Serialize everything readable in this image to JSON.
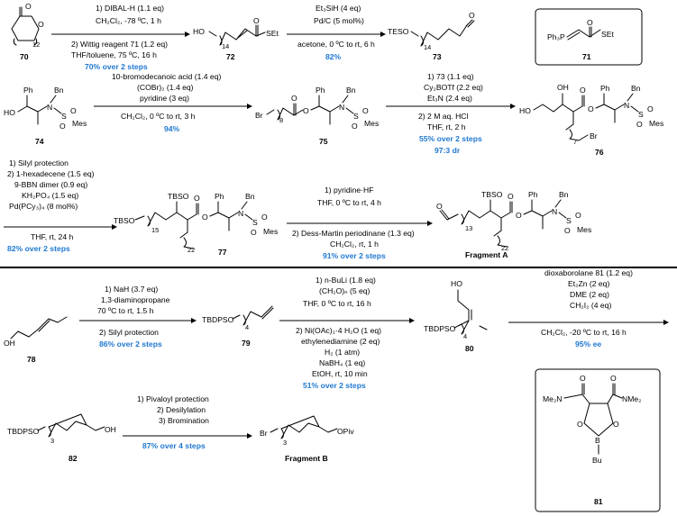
{
  "scheme": {
    "step1": {
      "compound_start": "70",
      "ring_subscript": "12",
      "conditions_above": [
        "1) DIBAL-H (1.1 eq)",
        "CH₂Cl₂, -78 ºC, 1 h",
        "2) Wittig reagent 71 (1.2 eq)",
        "THF/toluene, 75 ºC, 16 h"
      ],
      "yield": "70% over 2 steps",
      "product": "72",
      "product_label_left": "HO",
      "product_subscript": "14",
      "product_label_right": "SEt"
    },
    "step2": {
      "conditions_above": [
        "Et₃SiH (4 eq)",
        "Pd/C (5 mol%)"
      ],
      "conditions_below": [
        "acetone, 0 ºC to rt, 6 h"
      ],
      "yield": "82%",
      "product": "73",
      "product_label_left": "TESO",
      "product_subscript": "14"
    },
    "reagent71": {
      "label": "71",
      "left_text": "Ph₃P",
      "right_text": "SEt"
    },
    "step3": {
      "start": "74",
      "start_labels": [
        "Ph",
        "Bn",
        "HO",
        "N",
        "S",
        "O",
        "O",
        "Mes"
      ],
      "conditions_above": [
        "10-bromodecanoic acid (1.4 eq)",
        "(COBr)₂ (1.4 eq)",
        "pyridine (3 eq)"
      ],
      "conditions_below": [
        "CH₂Cl₂, 0 ºC to rt, 3 h"
      ],
      "yield": "94%",
      "product": "75",
      "product_labels": [
        "Br",
        "8",
        "O",
        "O",
        "Ph",
        "Bn",
        "N",
        "S",
        "O",
        "O",
        "Mes"
      ]
    },
    "step4": {
      "conditions_above": [
        "1) 73 (1.1 eq)",
        "Cy₂BOTf (2.2 eq)",
        "Et₃N (2.4 eq)"
      ],
      "conditions_below": [
        "2) 2 M aq. HCl",
        "THF, rt, 2 h"
      ],
      "yield": "55% over 2 steps",
      "dr": "97:3 dr",
      "product": "76",
      "product_labels": [
        "HO",
        "OH",
        "O",
        "O",
        "Ph",
        "Bn",
        "N",
        "S",
        "O",
        "O",
        "Mes",
        "7",
        "Br"
      ]
    },
    "step5": {
      "conditions_above": [
        "1) Silyl protection",
        "2) 1-hexadecene (1.5 eq)",
        "9-BBN dimer (0.9 eq)",
        "KH₂PO₄ (1.5 eq)",
        "Pd(PCy₃)₄ (8 mol%)"
      ],
      "conditions_below": [
        "THF, rt, 24 h"
      ],
      "yield": "82% over 2 steps",
      "product": "77",
      "product_labels": [
        "TBSO",
        "TBSO",
        "15",
        "O",
        "O",
        "Ph",
        "Bn",
        "N",
        "S",
        "O",
        "O",
        "Mes",
        "22"
      ]
    },
    "step6": {
      "conditions_above": [
        "1) pyridine·HF",
        "THF, 0 ºC to rt, 4 h"
      ],
      "conditions_below": [
        "2) Dess-Martin periodinane (1.3 eq)",
        "CH₂Cl₂, rt, 1 h"
      ],
      "yield": "91% over 2 steps",
      "product": "Fragment A",
      "product_labels": [
        "O",
        "TBSO",
        "13",
        "O",
        "O",
        "Ph",
        "Bn",
        "N",
        "S",
        "O",
        "O",
        "Mes",
        "22"
      ]
    },
    "step7": {
      "start": "78",
      "start_label": "OH",
      "conditions_above": [
        "1) NaH (3.7 eq)",
        "1,3-diaminopropane",
        "70 ºC to rt, 1.5 h"
      ],
      "conditions_below": [
        "2) Silyl protection"
      ],
      "yield": "86% over 2 steps",
      "product": "79",
      "product_label": "TBDPSO",
      "product_subscript": "4"
    },
    "step8": {
      "conditions_above": [
        "1) n-BuLi (1.8 eq)",
        "(CH₂O)ₙ (5 eq)",
        "THF, 0 ºC to rt, 16 h"
      ],
      "conditions_below": [
        "2) Ni(OAc)₂·4 H₂O (1 eq)",
        "ethylenediamine (2 eq)",
        "H₂ (1 atm)",
        "NaBH₄ (1 eq)",
        "EtOH, rt, 10 min"
      ],
      "yield": "51% over 2 steps",
      "product": "80",
      "product_labels": [
        "HO",
        "TBDPSO",
        "4"
      ]
    },
    "step9": {
      "conditions_above": [
        "dioxaborolane 81 (1.2 eq)",
        "Et₂Zn (2 eq)",
        "DME (2 eq)",
        "CH₂I₂ (4 eq)"
      ],
      "conditions_below": [
        "CH₂Cl₂, -20 ºC to rt, 16 h"
      ],
      "yield": "95% ee"
    },
    "compound82": {
      "label": "82",
      "left_text": "TBDPSO",
      "subscript": "3",
      "right_text": "OH"
    },
    "step10": {
      "conditions_above": [
        "1) Pivaloyl protection",
        "2) Desilylation",
        "3) Bromination"
      ],
      "yield": "87% over 4 steps",
      "product": "Fragment B",
      "product_labels": [
        "Br",
        "3",
        "OPiv"
      ]
    },
    "reagent81": {
      "label": "81",
      "labels": [
        "O",
        "O",
        "Me₂N",
        "NMe₂",
        "O",
        "O",
        "B",
        "Bu"
      ]
    }
  }
}
